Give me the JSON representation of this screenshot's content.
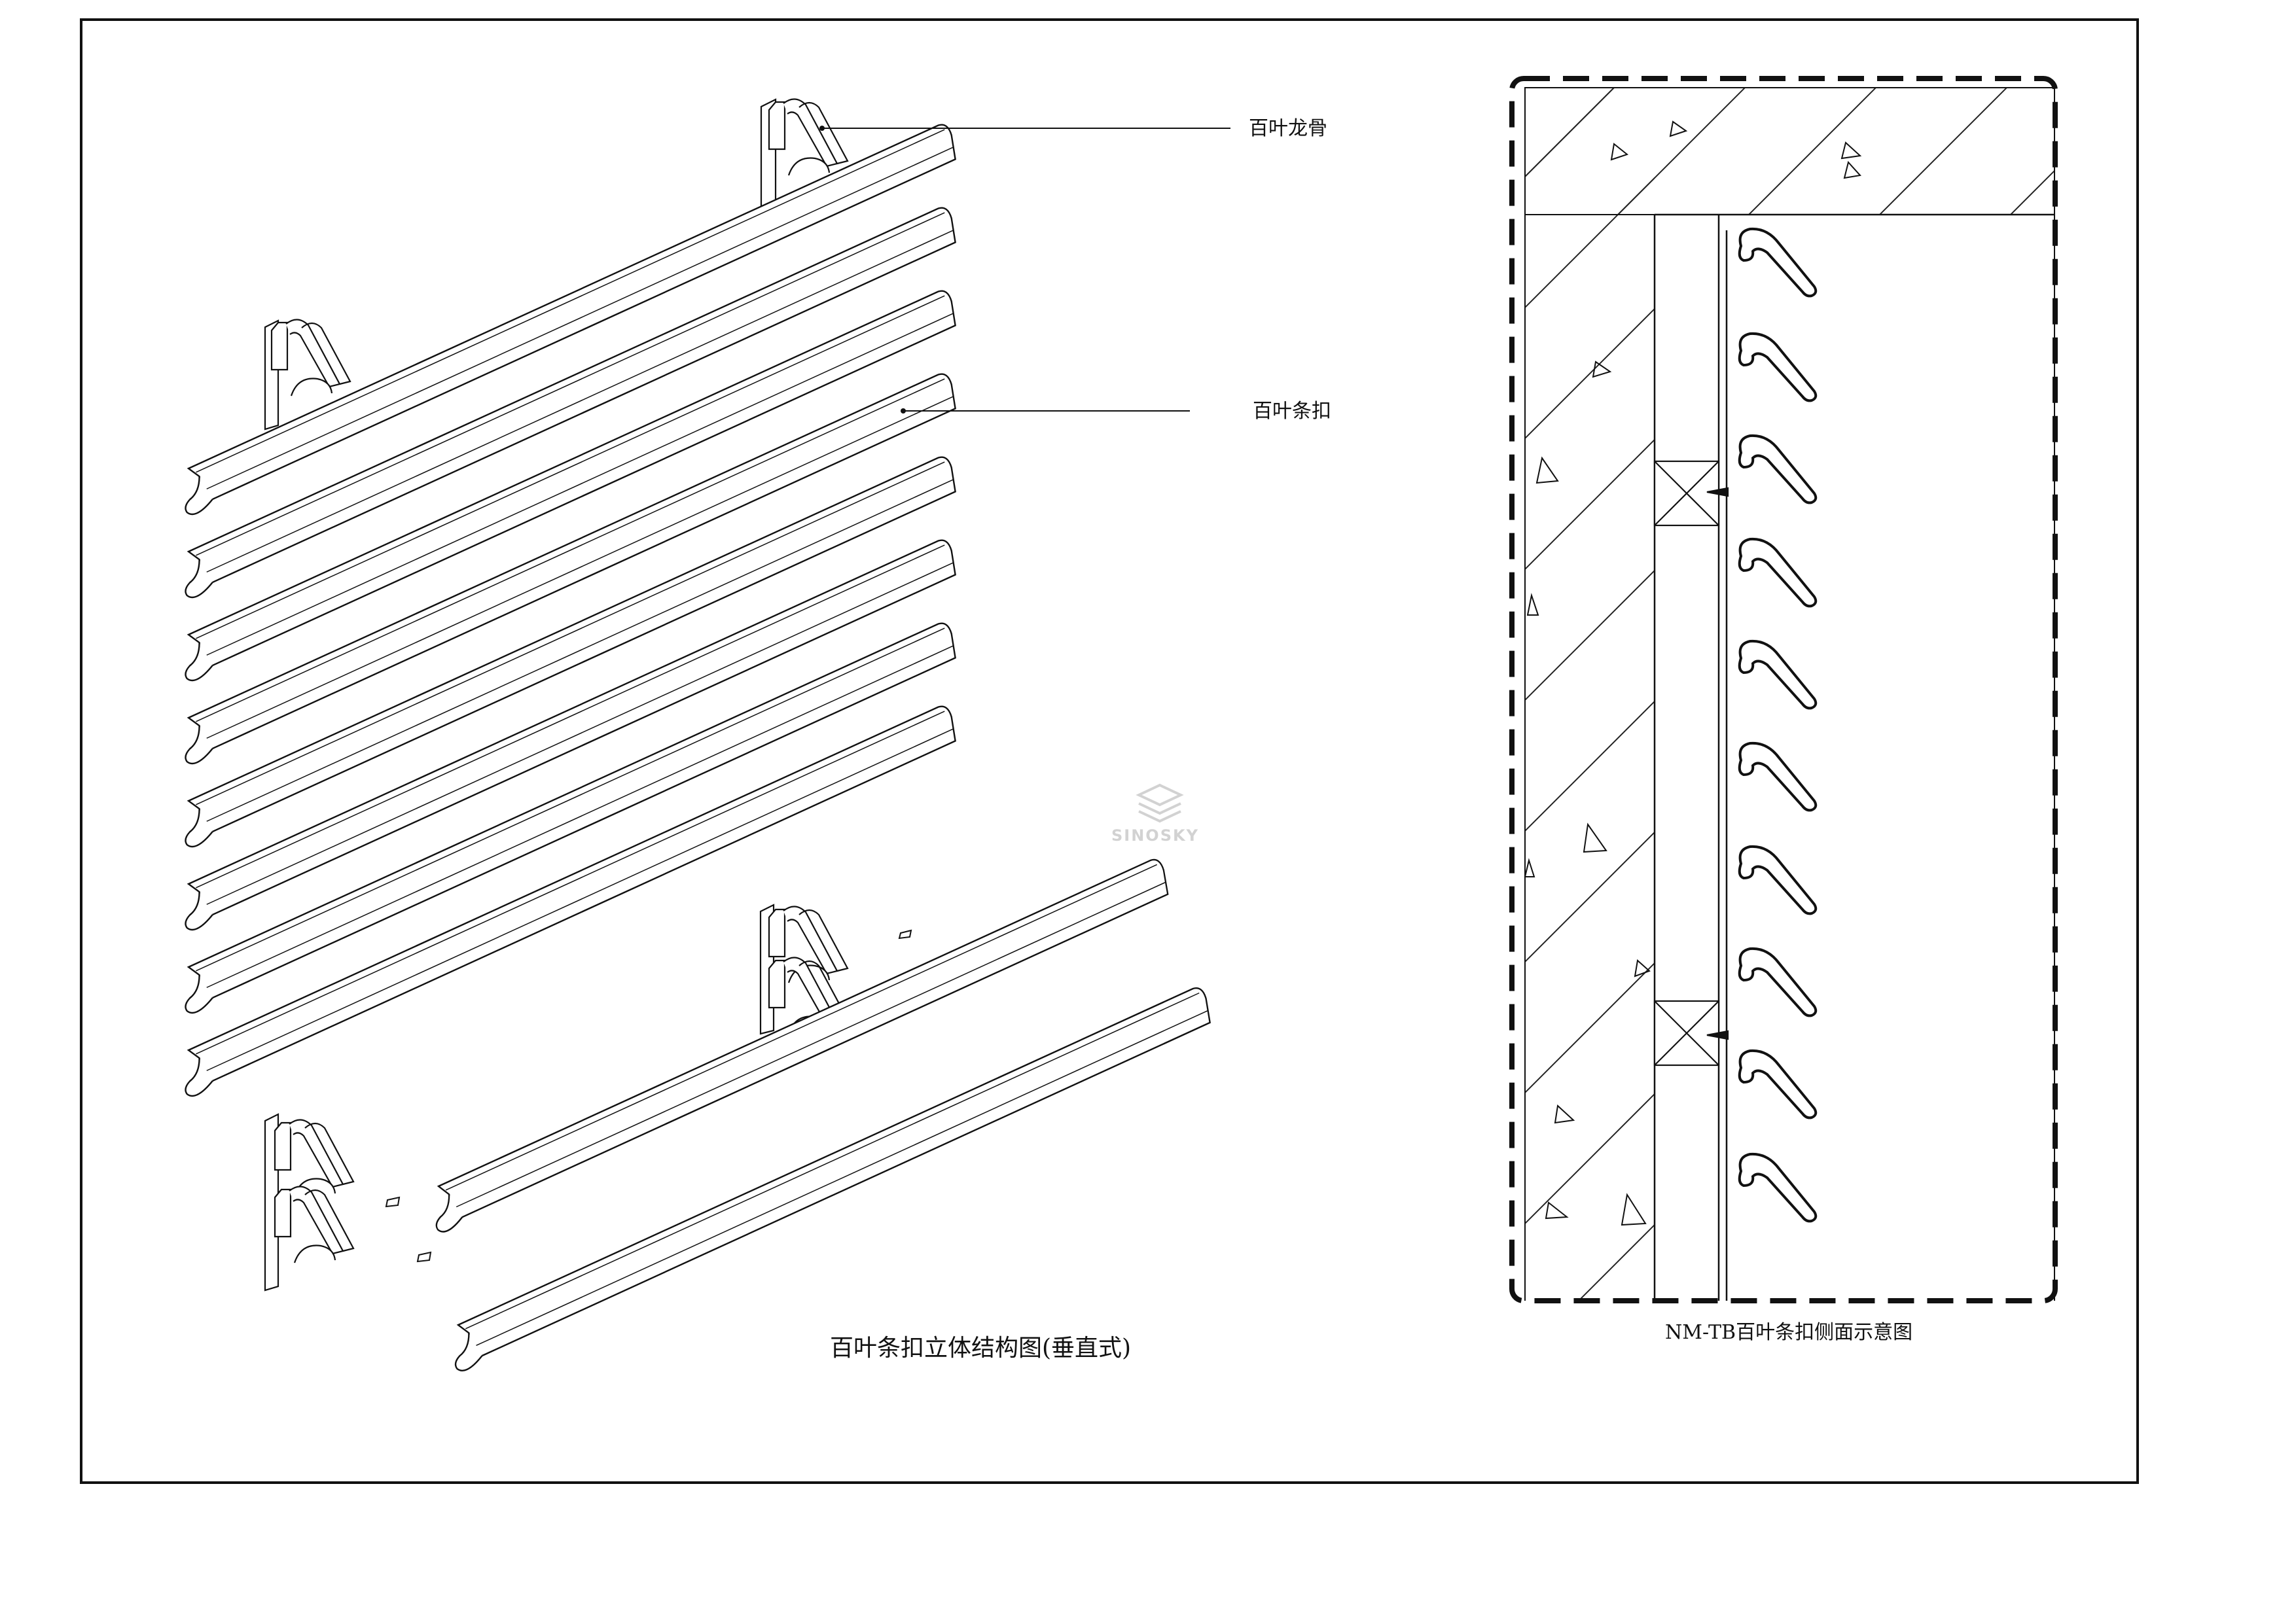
{
  "left_view": {
    "callouts": {
      "keel": "百叶龙骨",
      "clip": "百叶条扣"
    },
    "caption": "百叶条扣立体结构图(垂直式)"
  },
  "right_view": {
    "caption": "NM-TB百叶条扣侧面示意图"
  },
  "watermark": "SINOSKY",
  "colors": {
    "line": "#111111",
    "watermark": "#d2d2d2"
  }
}
